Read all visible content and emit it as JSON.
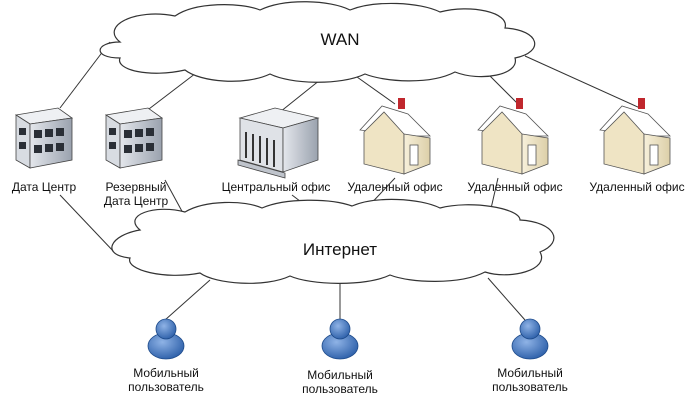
{
  "clouds": {
    "wan": "WAN",
    "internet": "Интернет"
  },
  "nodes": {
    "datacenter": "Дата Центр",
    "backup_dc_line1": "Резервный",
    "backup_dc_line2": "Дата Центр",
    "central_office": "Центральный офис",
    "remote_office_1": "Удаленный офис",
    "remote_office_2": "Удаленный офис",
    "remote_office_3": "Удаленный офис"
  },
  "users": [
    {
      "line1": "Мобильный",
      "line2": "пользователь"
    },
    {
      "line1": "Мобильный",
      "line2": "пользователь"
    },
    {
      "line1": "Мобильный",
      "line2": "пользователь"
    }
  ],
  "colors": {
    "line": "#333333",
    "cloud_fill": "#ffffff",
    "building_fill": "#c9cfd8",
    "house_fill": "#f3ead0",
    "roof_fill": "#ffffff",
    "chimney": "#c0272d",
    "user_fill": "#3b74c2"
  }
}
